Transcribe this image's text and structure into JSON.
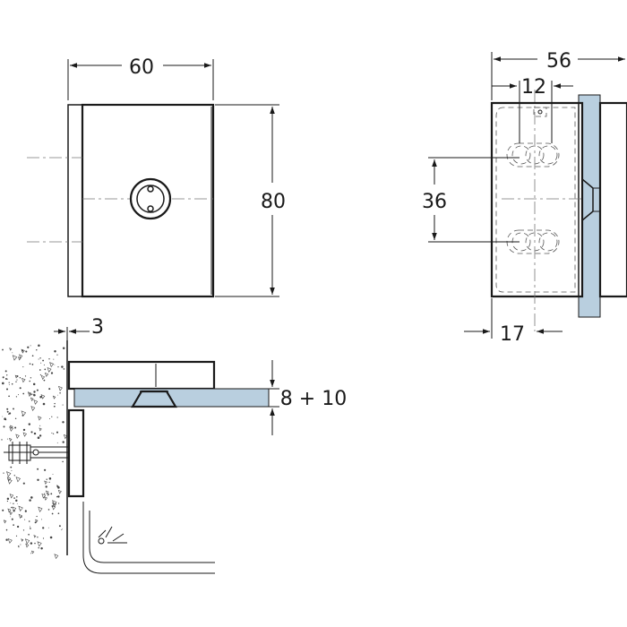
{
  "dimensions": {
    "width_front": "60",
    "height_front": "80",
    "depth_side": "56",
    "slot_offset": "12",
    "hole_spacing": "36",
    "edge_offset": "17",
    "wall_gap": "3",
    "glass_thickness": "8 + 10"
  },
  "colors": {
    "line": "#1a1a1a",
    "glass": "#b9cfdf",
    "wall_speckle": "#444444",
    "background": "#ffffff"
  }
}
